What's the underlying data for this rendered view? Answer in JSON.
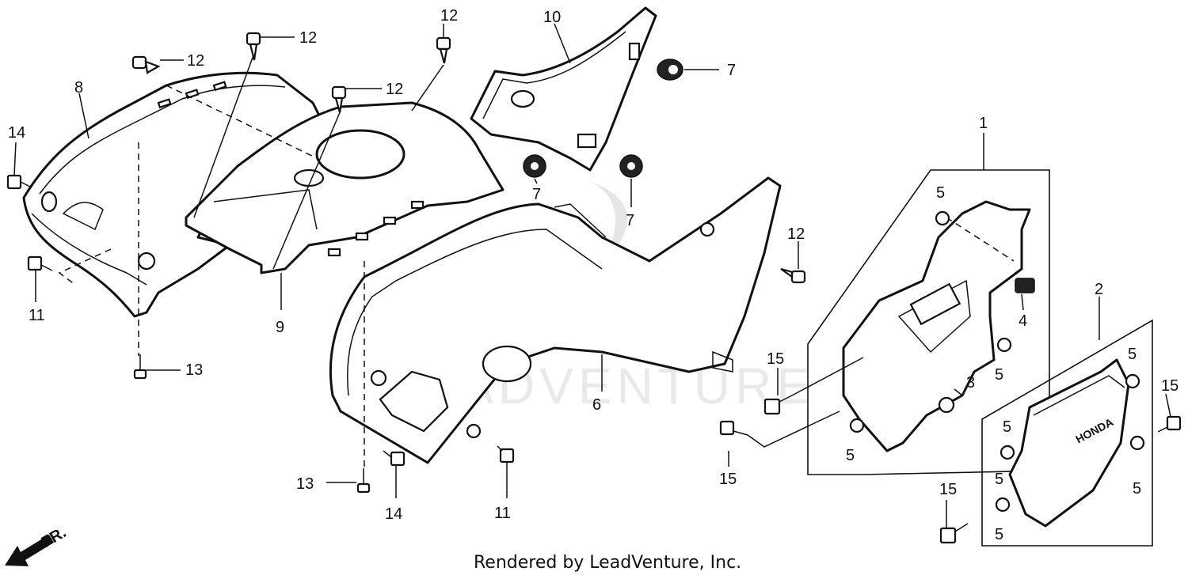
{
  "callouts": {
    "c1": "1",
    "c2": "2",
    "c3": "3",
    "c4": "4",
    "c5a": "5",
    "c5b": "5",
    "c5c": "5",
    "c5d": "5",
    "c5e": "5",
    "c5f": "5",
    "c5g": "5",
    "c5h": "5",
    "c6": "6",
    "c7a": "7",
    "c7b": "7",
    "c7c": "7",
    "c8": "8",
    "c9": "9",
    "c10": "10",
    "c11a": "11",
    "c11b": "11",
    "c12a": "12",
    "c12b": "12",
    "c12c": "12",
    "c12d": "12",
    "c12e": "12",
    "c13a": "13",
    "c13b": "13",
    "c14a": "14",
    "c14b": "14",
    "c15a": "15",
    "c15b": "15",
    "c15c": "15",
    "c15d": "15"
  },
  "direction_label": "FR.",
  "credit": "Rendered by LeadVenture, Inc.",
  "watermark": "LEADVENTURE",
  "brand_plate": "HONDA"
}
